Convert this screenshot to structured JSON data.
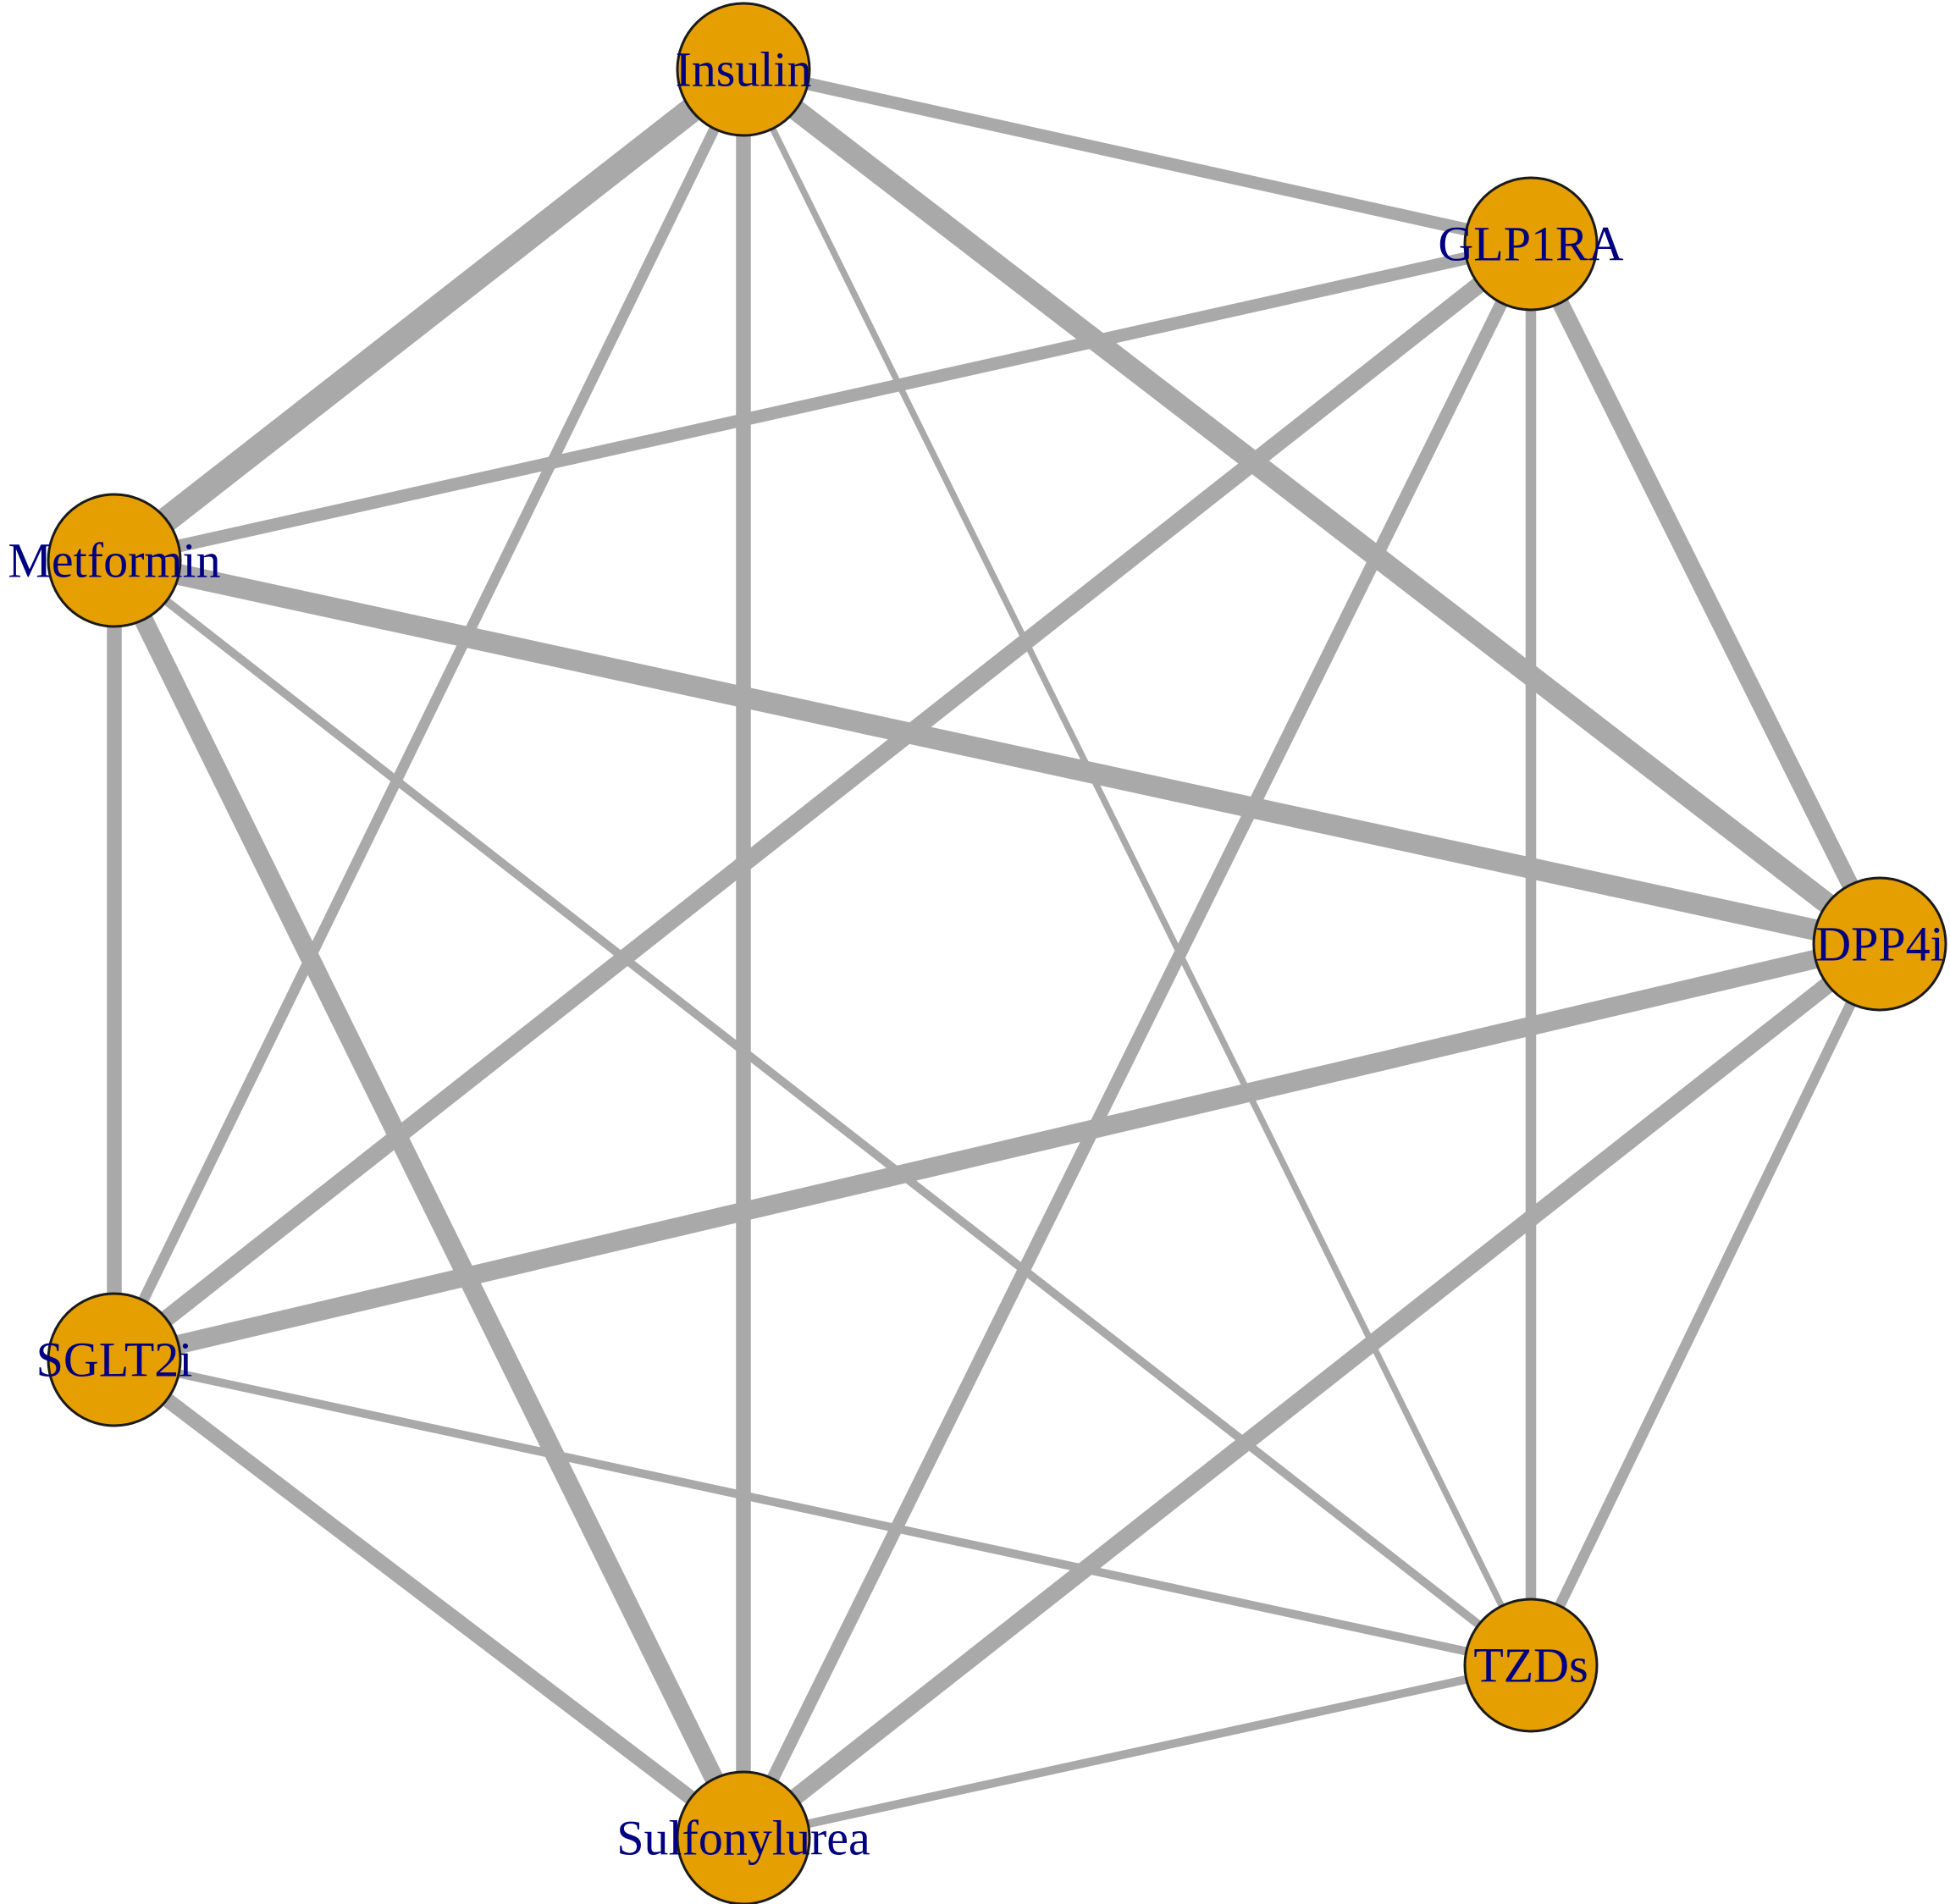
{
  "network": {
    "node_color": "#e69f00",
    "label_color": "#000080",
    "edge_color": "#a9a9a9",
    "nodes": [
      {
        "id": "insulin",
        "label": "Insulin"
      },
      {
        "id": "glp1ra",
        "label": "GLP1RA"
      },
      {
        "id": "dpp4i",
        "label": "DPP4i"
      },
      {
        "id": "tzds",
        "label": "TZDs"
      },
      {
        "id": "sulfonylurea",
        "label": "Sulfonylurea"
      },
      {
        "id": "sglt2i",
        "label": "SGLT2i"
      },
      {
        "id": "metformin",
        "label": "Metformin"
      }
    ],
    "edges": [
      {
        "from": "insulin",
        "to": "metformin",
        "weight": 6
      },
      {
        "from": "insulin",
        "to": "glp1ra",
        "weight": 3
      },
      {
        "from": "insulin",
        "to": "dpp4i",
        "weight": 5
      },
      {
        "from": "insulin",
        "to": "sulfonylurea",
        "weight": 3.5
      },
      {
        "from": "insulin",
        "to": "sglt2i",
        "weight": 2.5
      },
      {
        "from": "insulin",
        "to": "tzds",
        "weight": 1.5
      },
      {
        "from": "metformin",
        "to": "glp1ra",
        "weight": 3
      },
      {
        "from": "metformin",
        "to": "dpp4i",
        "weight": 5
      },
      {
        "from": "metformin",
        "to": "sglt2i",
        "weight": 3.5
      },
      {
        "from": "metformin",
        "to": "sulfonylurea",
        "weight": 4.5
      },
      {
        "from": "metformin",
        "to": "tzds",
        "weight": 2
      },
      {
        "from": "glp1ra",
        "to": "dpp4i",
        "weight": 4
      },
      {
        "from": "glp1ra",
        "to": "tzds",
        "weight": 2.5
      },
      {
        "from": "glp1ra",
        "to": "sglt2i",
        "weight": 4
      },
      {
        "from": "glp1ra",
        "to": "sulfonylurea",
        "weight": 3
      },
      {
        "from": "dpp4i",
        "to": "sglt2i",
        "weight": 4.5
      },
      {
        "from": "dpp4i",
        "to": "sulfonylurea",
        "weight": 4
      },
      {
        "from": "dpp4i",
        "to": "tzds",
        "weight": 2.5
      },
      {
        "from": "sglt2i",
        "to": "sulfonylurea",
        "weight": 3.5
      },
      {
        "from": "sglt2i",
        "to": "tzds",
        "weight": 2
      },
      {
        "from": "tzds",
        "to": "sulfonylurea",
        "weight": 2
      }
    ]
  }
}
